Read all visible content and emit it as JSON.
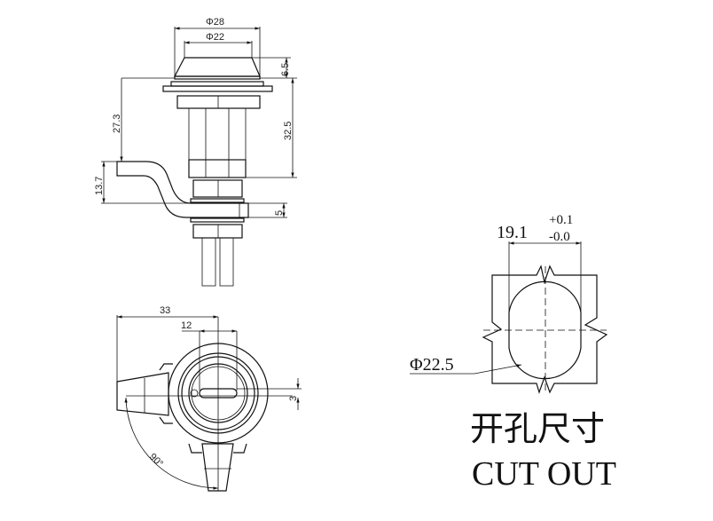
{
  "side_view": {
    "dim_outer_diameter": "Φ28",
    "dim_knob_diameter": "Φ22",
    "dim_knob_height": "6.5",
    "dim_cam_offset": "27.3",
    "dim_body_length": "32.5",
    "dim_cam_height": "13.7",
    "dim_cam_thickness": "5"
  },
  "bottom_view": {
    "dim_handle_reach": "33",
    "dim_slot_length": "12",
    "dim_slot_width": "3",
    "dim_rotation": "90°"
  },
  "cutout": {
    "dim_flat_width": "19.1",
    "tol_plus": "+0.1",
    "tol_minus": "-0.0",
    "dim_diameter": "Φ22.5",
    "title_cn": "开孔尺寸",
    "title_en": "CUT OUT"
  }
}
